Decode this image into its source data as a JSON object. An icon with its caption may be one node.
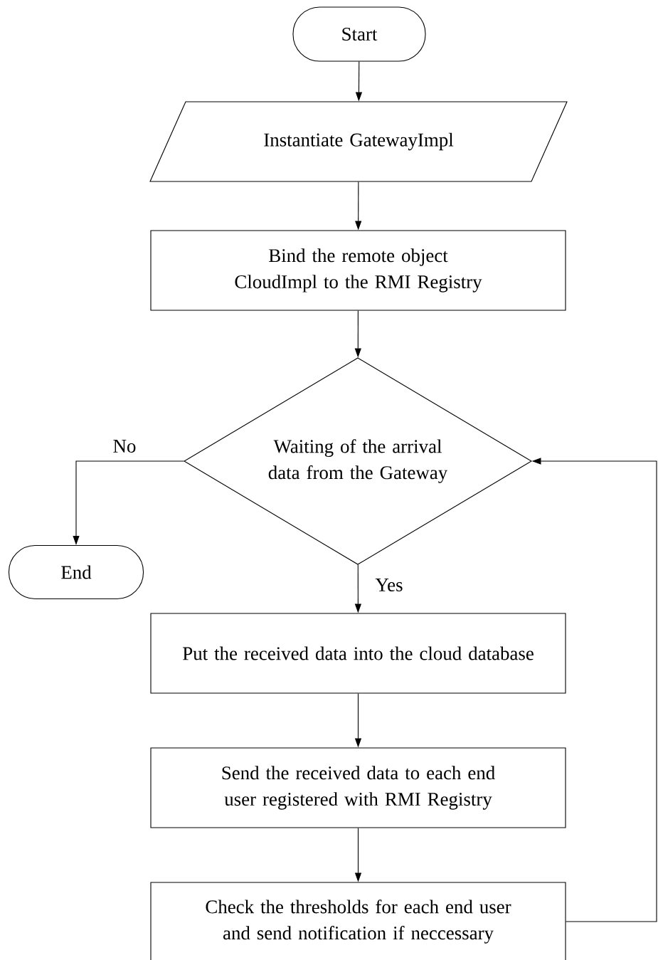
{
  "diagram": {
    "nodes": [
      {
        "text": [
          "Start"
        ]
      },
      {
        "text": [
          "Instantiate GatewayImpl"
        ]
      },
      {
        "text": [
          "Bind the remote object CloudImpl to the RMI Registry"
        ]
      },
      {
        "text": [
          "Waiting of the arrival data from the Gateway"
        ]
      },
      {
        "text": [
          "End"
        ]
      },
      {
        "text": [
          "Put the received data into the cloud database"
        ]
      },
      {
        "text": [
          "Send the received data to each end user registered with RMI Registry"
        ]
      },
      {
        "text": [
          "Check the thresholds for each end user and send notification if neccessary"
        ]
      }
    ],
    "edges": [
      {
        "from": 0,
        "to": 1,
        "arrow": "to"
      },
      {
        "from": 1,
        "to": 2,
        "arrow": "to"
      },
      {
        "from": 2,
        "to": 3,
        "arrow": "to"
      },
      {
        "from": 3,
        "to": 4,
        "arrow": "to",
        "label": "No"
      },
      {
        "from": 3,
        "to": 5,
        "arrow": "to",
        "label": "Yes"
      },
      {
        "from": 5,
        "to": 6,
        "arrow": "to"
      },
      {
        "from": 6,
        "to": 7,
        "arrow": "to"
      },
      {
        "from": 7,
        "to": 3,
        "arrow": "to"
      }
    ]
  }
}
